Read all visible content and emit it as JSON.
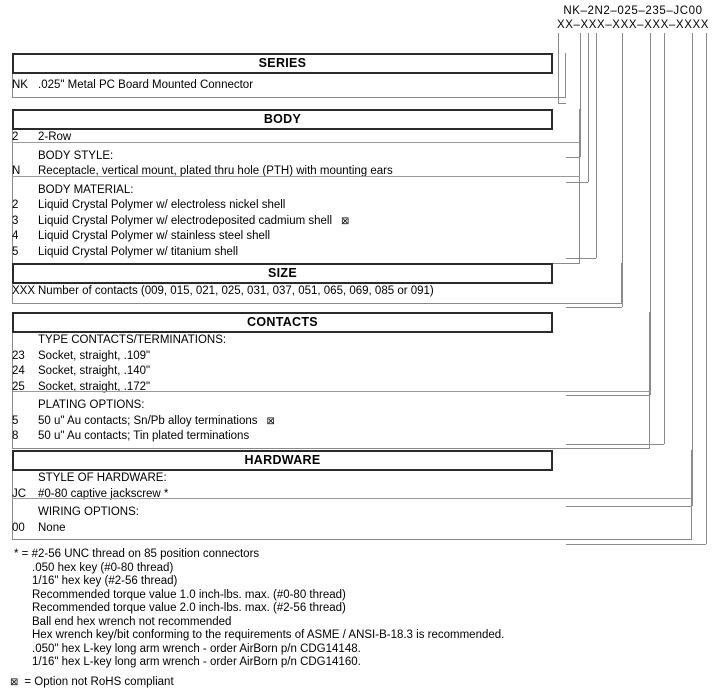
{
  "part_number": {
    "example": "NK–2N2–025–235–JC00",
    "mask": "XX–XXX–XXX–XXX–XXXX"
  },
  "rohs_marker": "⊠",
  "sections": [
    {
      "header": "SERIES",
      "groups": [
        {
          "title": "",
          "rows": [
            {
              "code": "NK",
              "desc": ".025\" Metal PC Board Mounted Connector",
              "rohs": false
            }
          ]
        }
      ]
    },
    {
      "header": "BODY",
      "groups": [
        {
          "title": "",
          "rows": [
            {
              "code": "2",
              "desc": "2-Row",
              "rohs": false
            }
          ]
        },
        {
          "title": "BODY STYLE:",
          "rows": [
            {
              "code": "N",
              "desc": "Receptacle, vertical mount, plated thru hole (PTH) with mounting ears",
              "rohs": false
            }
          ]
        },
        {
          "title": "BODY MATERIAL:",
          "rows": [
            {
              "code": "2",
              "desc": "Liquid Crystal Polymer w/ electroless nickel shell",
              "rohs": false
            },
            {
              "code": "3",
              "desc": "Liquid Crystal Polymer w/ electrodeposited cadmium shell",
              "rohs": true
            },
            {
              "code": "4",
              "desc": "Liquid Crystal Polymer w/ stainless steel shell",
              "rohs": false
            },
            {
              "code": "5",
              "desc": "Liquid Crystal Polymer w/ titanium shell",
              "rohs": false
            }
          ]
        }
      ]
    },
    {
      "header": "SIZE",
      "groups": [
        {
          "title": "",
          "rows": [
            {
              "code": "XXX",
              "desc": "Number of contacts (009, 015, 021, 025, 031, 037, 051, 065, 069, 085 or 091)",
              "rohs": false
            }
          ]
        }
      ]
    },
    {
      "header": "CONTACTS",
      "groups": [
        {
          "title": "TYPE CONTACTS/TERMINATIONS:",
          "rows": [
            {
              "code": "23",
              "desc": "Socket, straight, .109\"",
              "rohs": false
            },
            {
              "code": "24",
              "desc": "Socket, straight, .140\"",
              "rohs": false
            },
            {
              "code": "25",
              "desc": "Socket, straight, .172\"",
              "rohs": false
            }
          ]
        },
        {
          "title": "PLATING OPTIONS:",
          "rows": [
            {
              "code": "5",
              "desc": "50 u\" Au contacts; Sn/Pb alloy terminations",
              "rohs": true
            },
            {
              "code": "8",
              "desc": "50 u\" Au contacts; Tin plated terminations",
              "rohs": false
            }
          ]
        }
      ]
    },
    {
      "header": "HARDWARE",
      "groups": [
        {
          "title": "STYLE OF HARDWARE:",
          "rows": [
            {
              "code": "JC",
              "desc": "#0-80 captive jackscrew *",
              "rohs": false
            }
          ]
        },
        {
          "title": "WIRING OPTIONS:",
          "rows": [
            {
              "code": "00",
              "desc": "None",
              "rohs": false
            }
          ]
        }
      ]
    }
  ],
  "footnotes": [
    "* = #2-56 UNC thread on 85 position connectors",
    ".050 hex key (#0-80 thread)",
    "1/16\" hex key (#2-56 thread)",
    "Recommended torque value 1.0 inch-lbs. max. (#0-80 thread)",
    "Recommended torque value 2.0 inch-lbs. max. (#2-56 thread)",
    "Ball end hex wrench not recommended",
    "Hex wrench key/bit conforming to the requirements of ASME / ANSI-B-18.3 is recommended.",
    ".050\" hex L-key long arm wrench - order AirBorn p/n CDG14148.",
    "1/16\" hex L-key long arm wrench - order AirBorn p/n CDG14160."
  ],
  "legend": "= Option not RoHS compliant"
}
